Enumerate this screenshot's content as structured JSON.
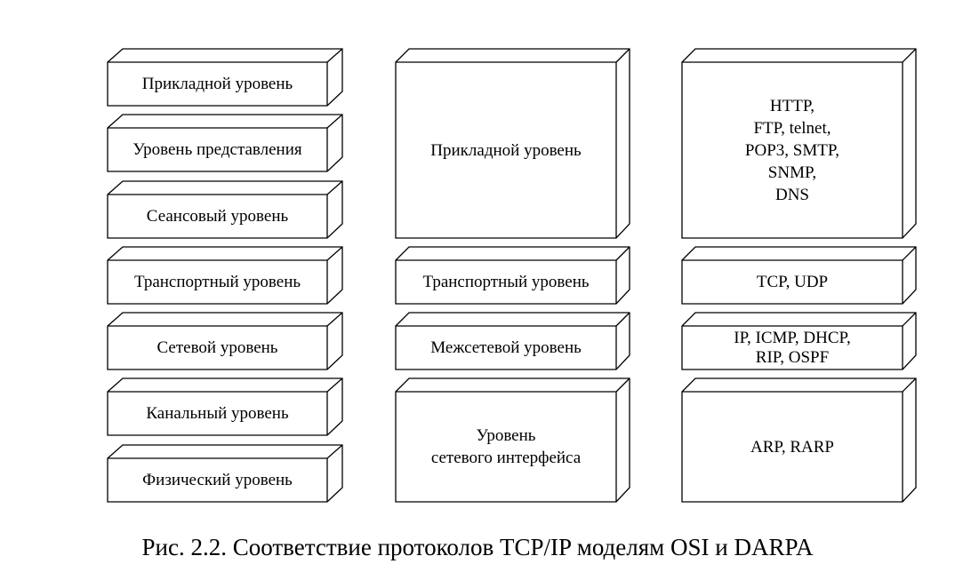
{
  "osi_column": {
    "boxes": [
      {
        "label": "Прикладной уровень"
      },
      {
        "label": "Уровень представления"
      },
      {
        "label": "Сеансовый уровень"
      },
      {
        "label": "Транспортный уровень"
      },
      {
        "label": "Сетевой уровень"
      },
      {
        "label": "Канальный уровень"
      },
      {
        "label": "Физический уровень"
      }
    ]
  },
  "darpa_column": {
    "boxes": [
      {
        "label": "Прикладной уровень"
      },
      {
        "label": "Транспортный уровень"
      },
      {
        "label": "Межсетевой уровень"
      },
      {
        "label": "Уровень\nсетевого интерфейса"
      }
    ]
  },
  "protocols_column": {
    "boxes": [
      {
        "label": "HTTP,\nFTP, telnet,\nPOP3, SMTP,\nSNMP,\nDNS"
      },
      {
        "label": "TCP, UDP"
      },
      {
        "label": "IP, ICMP, DHCP,\nRIP, OSPF"
      },
      {
        "label": "ARP, RARP"
      }
    ]
  },
  "caption": "Рис. 2.2. Соответствие протоколов TCP/IP моделям OSI и DARPA"
}
